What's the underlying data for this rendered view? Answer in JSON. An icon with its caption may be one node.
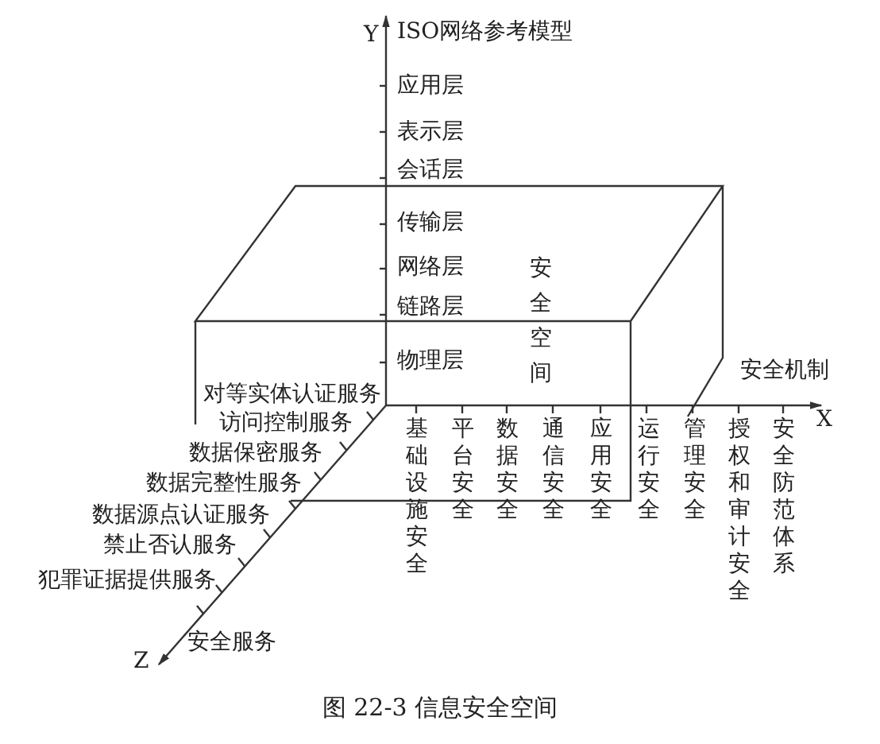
{
  "diagram": {
    "caption": "图 22-3 信息安全空间",
    "nodes": [
      {
        "text": [
          "安全空间"
        ]
      }
    ],
    "labels": [
      "Y",
      "ISO网络参考模型",
      "应用层",
      "表示层",
      "会话层",
      "传输层",
      "网络层",
      "链路层",
      "物理层",
      "安全机制",
      "X",
      "基础设施安全",
      "平台安全",
      "数据安全",
      "通信安全",
      "应用安全",
      "运行安全",
      "管理安全",
      "授权和审计安全",
      "安全防范体系",
      "对等实体认证服务",
      "访问控制服务",
      "数据保密服务",
      "数据完整性服务",
      "数据源点认证服务",
      "禁止否认服务",
      "犯罪证据提供服务",
      "安全服务",
      "Z"
    ]
  }
}
